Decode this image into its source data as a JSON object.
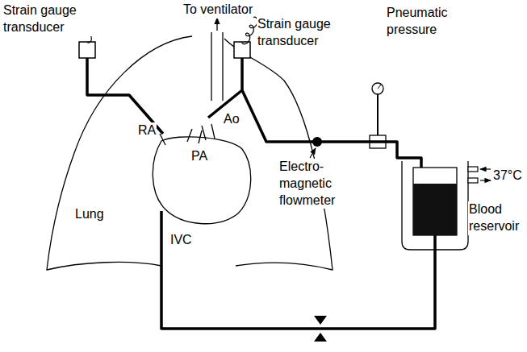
{
  "diagram": {
    "labels": [
      "Strain gauge transducer",
      "To ventilator",
      "Strain gauge transducer",
      "Pneumatic pressure",
      "RA",
      "Ao",
      "PA",
      "Lung",
      "IVC",
      "Electro- magnetic flowmeter",
      "37°C",
      "Blood reservoir"
    ]
  }
}
